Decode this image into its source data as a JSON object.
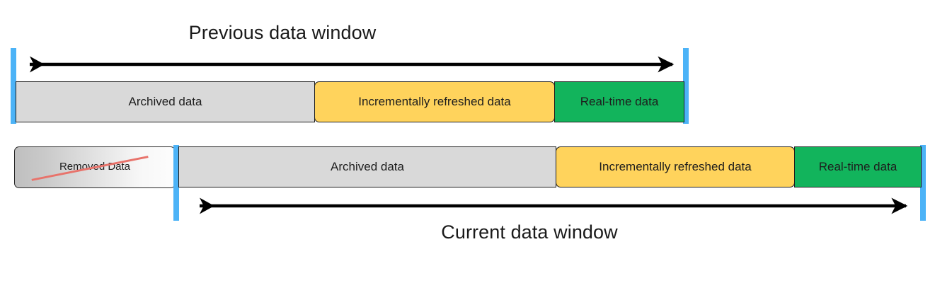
{
  "diagram": {
    "title_top": "Previous data window",
    "title_bottom": "Current data window",
    "colors": {
      "archived": "#D9D9D9",
      "incremental": "#FFD35C",
      "realtime": "#12B45C",
      "marker_blue": "#4CB3F7",
      "strike_red": "#E8736B",
      "outline": "#1d1d1d",
      "background": "#ffffff"
    },
    "previous_window": {
      "label": "Previous data window",
      "arrow_name": "previous-window-span-arrow",
      "segments": [
        {
          "id": "archived",
          "label": "Archived data"
        },
        {
          "id": "incremental",
          "label": "Incrementally refreshed data"
        },
        {
          "id": "realtime",
          "label": "Real-time data"
        }
      ]
    },
    "current_window": {
      "label": "Current data window",
      "arrow_name": "current-window-span-arrow",
      "removed": {
        "id": "removed",
        "label": "Removed Data",
        "struck_through": true
      },
      "segments": [
        {
          "id": "archived",
          "label": "Archived data"
        },
        {
          "id": "incremental",
          "label": "Incrementally refreshed data"
        },
        {
          "id": "realtime",
          "label": "Real-time data"
        }
      ]
    }
  }
}
